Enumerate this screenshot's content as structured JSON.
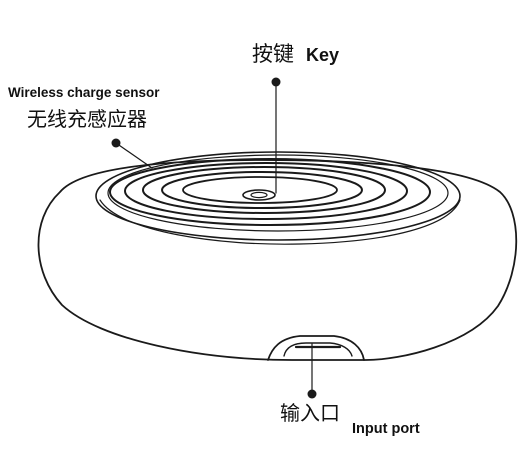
{
  "labels": {
    "key_cn": "按键",
    "key_en": "Key",
    "sensor_en": "Wireless charge sensor",
    "sensor_cn": "无线充感应器",
    "input_cn": "输入口",
    "input_en": "Input port"
  },
  "colors": {
    "line": "#1a1a1a",
    "background": "#ffffff"
  }
}
